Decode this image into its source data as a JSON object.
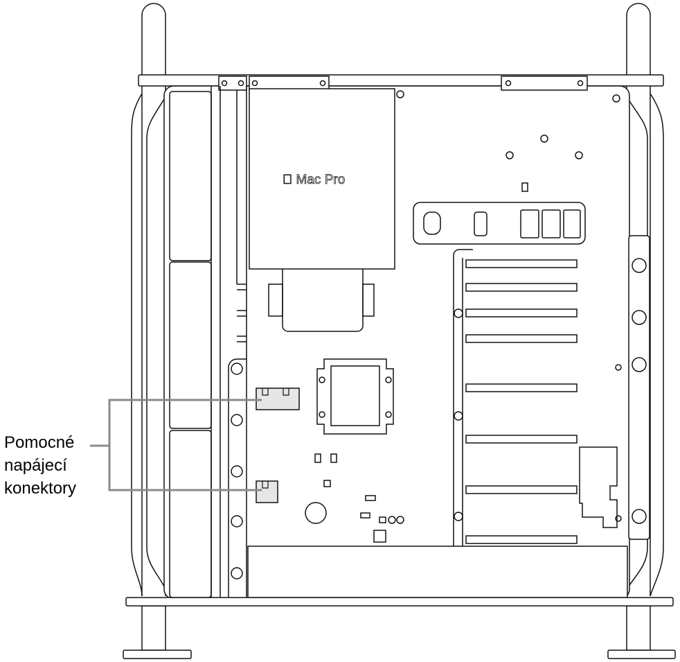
{
  "diagram": {
    "title": "Mac Pro interior, side view",
    "logo_text": "Mac Pro",
    "callout": {
      "lines": [
        "Pomocné",
        "napájecí",
        "konektory"
      ]
    },
    "colors": {
      "stroke": "#111111",
      "connector_fill": "#e6e6e6",
      "leader": "#8a8a8a"
    }
  }
}
